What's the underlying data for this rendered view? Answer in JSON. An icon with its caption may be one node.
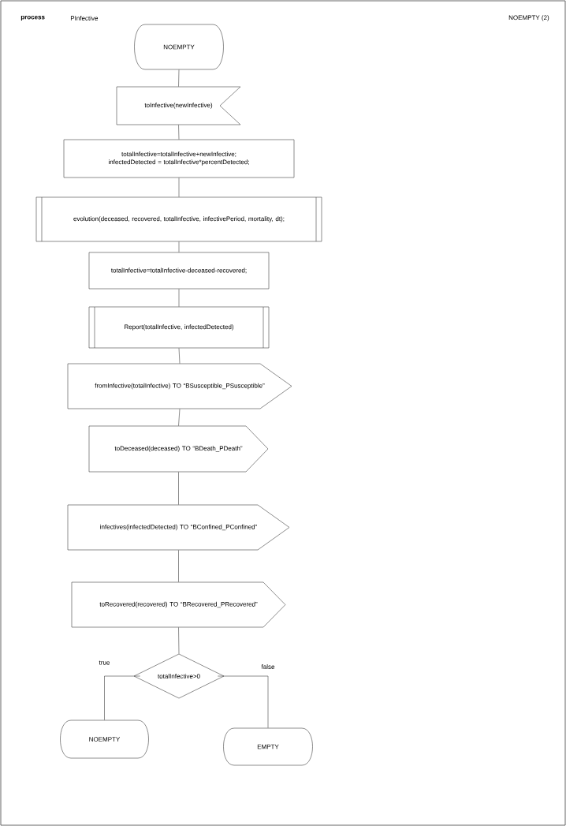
{
  "diagram": {
    "nodes": [
      {
        "text": [
          "NOEMPTY"
        ]
      },
      {
        "text": [
          "toInfective(newInfective)"
        ]
      },
      {
        "text": [
          "totalInfective=totalInfective+newInfective; infectedDetected = totalInfective*percentDetected;"
        ]
      },
      {
        "text": [
          "evolution(deceased, recovered, totalInfective, infectivePeriod, mortality, dt);"
        ]
      },
      {
        "text": [
          "totalInfective=totalInfective-deceased-recovered;"
        ]
      },
      {
        "text": [
          "Report(totalInfective, infectedDetected)"
        ]
      },
      {
        "text": [
          "fromInfective(totalInfective) TO “BSusceptible_PSusceptible”"
        ]
      },
      {
        "text": [
          "toDeceased(deceased) TO “BDeath_PDeath”"
        ]
      },
      {
        "text": [
          "infectives(infectedDetected) TO “BConfined_PConfined”"
        ]
      },
      {
        "text": [
          "toRecovered(recovered) TO “BRecovered_PRecovered”"
        ]
      },
      {
        "text": [
          "totalInfective>0"
        ]
      },
      {
        "text": [
          "NOEMPTY"
        ]
      },
      {
        "text": [
          "EMPTY"
        ]
      }
    ],
    "edges": [
      {
        "from": 0,
        "to": 1,
        "arrow": "none"
      },
      {
        "from": 1,
        "to": 2,
        "arrow": "none"
      },
      {
        "from": 2,
        "to": 3,
        "arrow": "none"
      },
      {
        "from": 3,
        "to": 4,
        "arrow": "none"
      },
      {
        "from": 4,
        "to": 5,
        "arrow": "none"
      },
      {
        "from": 5,
        "to": 6,
        "arrow": "none"
      },
      {
        "from": 6,
        "to": 7,
        "arrow": "none"
      },
      {
        "from": 7,
        "to": 8,
        "arrow": "none"
      },
      {
        "from": 8,
        "to": 9,
        "arrow": "none"
      },
      {
        "from": 9,
        "to": 10,
        "arrow": "none"
      },
      {
        "from": 10,
        "to": 11,
        "arrow": "none",
        "label": "true"
      },
      {
        "from": 10,
        "to": 12,
        "arrow": "none",
        "label": "false"
      }
    ],
    "labels": [
      "process",
      "PInfective",
      "NOEMPTY (2)"
    ]
  }
}
